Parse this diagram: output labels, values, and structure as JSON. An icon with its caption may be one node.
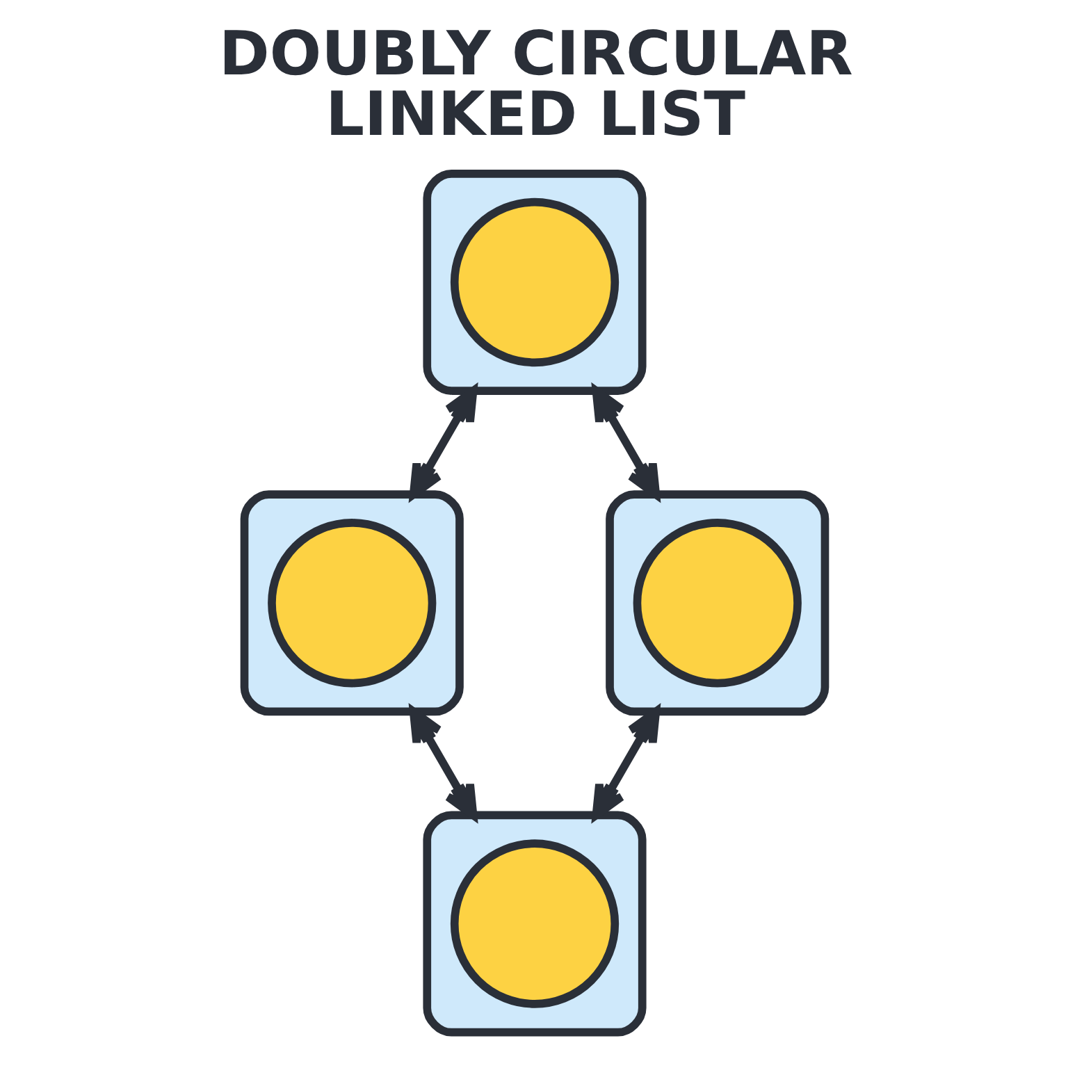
{
  "diagram": {
    "title": "DOUBLY CIRCULAR LINKED LIST",
    "nodes": [
      {
        "text": [],
        "shape": "box"
      },
      {
        "text": [],
        "shape": "circle",
        "in": 0
      },
      {
        "text": [],
        "shape": "box"
      },
      {
        "text": [],
        "shape": "circle",
        "in": 2
      },
      {
        "text": [],
        "shape": "box"
      },
      {
        "text": [],
        "shape": "circle",
        "in": 4
      },
      {
        "text": [],
        "shape": "box"
      },
      {
        "text": [],
        "shape": "circle",
        "in": 6
      }
    ],
    "edges": [
      {
        "from": 0,
        "to": 2,
        "arrow": "both"
      },
      {
        "from": 0,
        "to": 4,
        "arrow": "both"
      },
      {
        "from": 2,
        "to": 6,
        "arrow": "both"
      },
      {
        "from": 4,
        "to": 6,
        "arrow": "both"
      }
    ]
  }
}
